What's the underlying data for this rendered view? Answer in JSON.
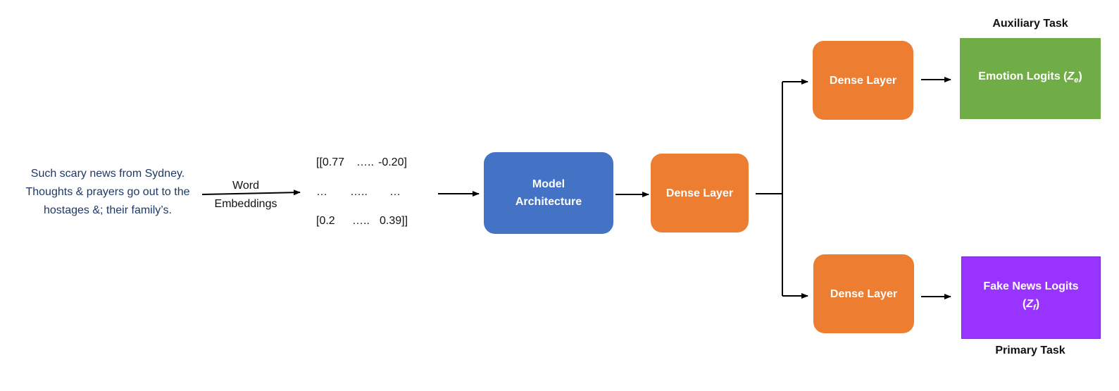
{
  "input_text": {
    "line1": "Such scary news from Sydney.",
    "line2": "Thoughts & prayers go out to the",
    "line3": "hostages &; their family’s."
  },
  "embedding_label": {
    "line1": "Word",
    "line2": "Embeddings"
  },
  "matrix": {
    "row1": [
      "[[0.77",
      "…..",
      "-0.20]"
    ],
    "row2": [
      "…",
      "…..",
      "…"
    ],
    "row3": [
      "[0.2",
      "…..",
      "0.39]]"
    ]
  },
  "model_architecture": {
    "line1": "Model",
    "line2": "Architecture"
  },
  "dense_layer_shared": "Dense Layer",
  "dense_layer_auxiliary": "Dense Layer",
  "dense_layer_primary": "Dense Layer",
  "emotion_logits": {
    "label": "Emotion Logits (",
    "symbol": "Z",
    "subscript": "e",
    "close": ")"
  },
  "fake_news_logits": {
    "label": "Fake News Logits",
    "open": "(",
    "symbol": "Z",
    "subscript": "f",
    "close": ")"
  },
  "auxiliary_task_label": "Auxiliary Task",
  "primary_task_label": "Primary Task",
  "colors": {
    "model_box": "#4472c4",
    "dense_box": "#ed7d31",
    "emotion_box": "#70ad47",
    "fake_news_box": "#9933ff",
    "input_text": "#1f3864",
    "arrow": "#000000"
  }
}
